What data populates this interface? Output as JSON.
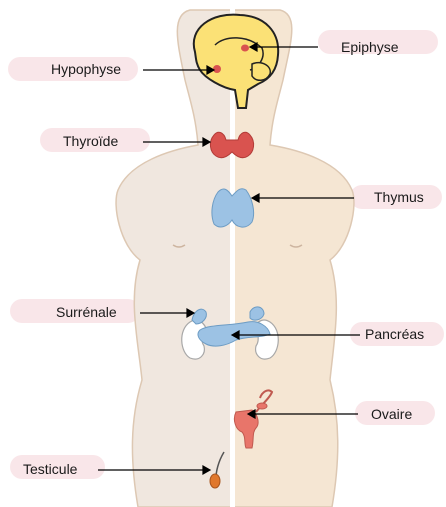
{
  "figure": {
    "labels": {
      "hypophyse": "Hypophyse",
      "epiphyse": "Epiphyse",
      "thyroide": "Thyroïde",
      "thymus": "Thymus",
      "surrenale": "Surrénale",
      "pancreas": "Pancréas",
      "ovaire": "Ovaire",
      "testicule": "Testicule"
    },
    "colors": {
      "skin_left": "#f0e7df",
      "skin_right": "#f5e6d3",
      "body_outline": "#ddc8b3",
      "brain": "#fbe176",
      "brain_outline": "#222222",
      "thyroid": "#d9534f",
      "thymus_pancreas": "#9cc2e4",
      "kidney": "#ffffff",
      "ovary": "#e8756a",
      "testicle": "#e0782d",
      "label_smear": "#f7dde2",
      "leader_line": "#000000"
    }
  }
}
